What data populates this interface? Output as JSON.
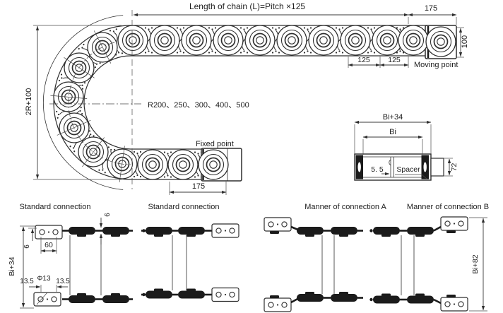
{
  "top_view": {
    "length_label": "Length of chain (L)=Pitch ×125",
    "dim_175_top": "175",
    "dim_100": "100",
    "dim_125_a": "125",
    "dim_125_b": "125",
    "moving_point_label": "Moving point",
    "dim_2r100": "2R+100",
    "radius_label": "R200、250、300、400、500",
    "fixed_point_label": "Fixed point",
    "dim_175_bottom": "175"
  },
  "cross_section": {
    "dim_bi34": "Bi+34",
    "dim_bi": "Bi",
    "dim_55": "5. 5",
    "spacer_label": "Spacer",
    "dim_72": "72"
  },
  "connections": {
    "standard_1": {
      "title": "Standard connection",
      "dim_6_top": "6",
      "dim_6_left": "6",
      "dim_60": "60",
      "dim_bi34": "Bi+34",
      "dim_135_left": "13.5",
      "dim_phi13": "Φ13",
      "dim_135_right": "13.5"
    },
    "standard_2": {
      "title": "Standard connection"
    },
    "manner_a": {
      "title": "Manner of connection A"
    },
    "manner_b": {
      "title": "Manner of connection B",
      "dim_bi82": "Bi+82"
    }
  }
}
